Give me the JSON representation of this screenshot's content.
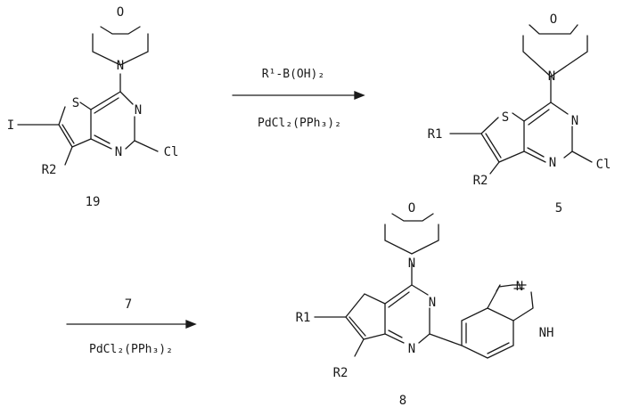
{
  "reaction_scheme": {
    "step1": {
      "reagent": "R¹-B(OH)₂",
      "catalyst": "PdCl₂(PPh₃)₂"
    },
    "step2": {
      "reagent": "7",
      "catalyst": "PdCl₂(PPh₃)₂"
    },
    "compounds": {
      "c19": {
        "number": "19",
        "atoms": {
          "O": "O",
          "N_morph": "N",
          "S": "S",
          "N3": "N",
          "N1": "N",
          "I": "I",
          "Cl": "Cl",
          "R2": "R2"
        }
      },
      "c5": {
        "number": "5",
        "atoms": {
          "O": "O",
          "N_morph": "N",
          "S": "S",
          "N3": "N",
          "N1": "N",
          "R1": "R1",
          "Cl": "Cl",
          "R2": "R2"
        }
      },
      "c8": {
        "number": "8",
        "atoms": {
          "O": "O",
          "N_morph": "N",
          "N3": "N",
          "N1": "N",
          "R1": "R1",
          "R2": "R2",
          "N_ind1": "N",
          "NH": "NH"
        }
      }
    }
  }
}
